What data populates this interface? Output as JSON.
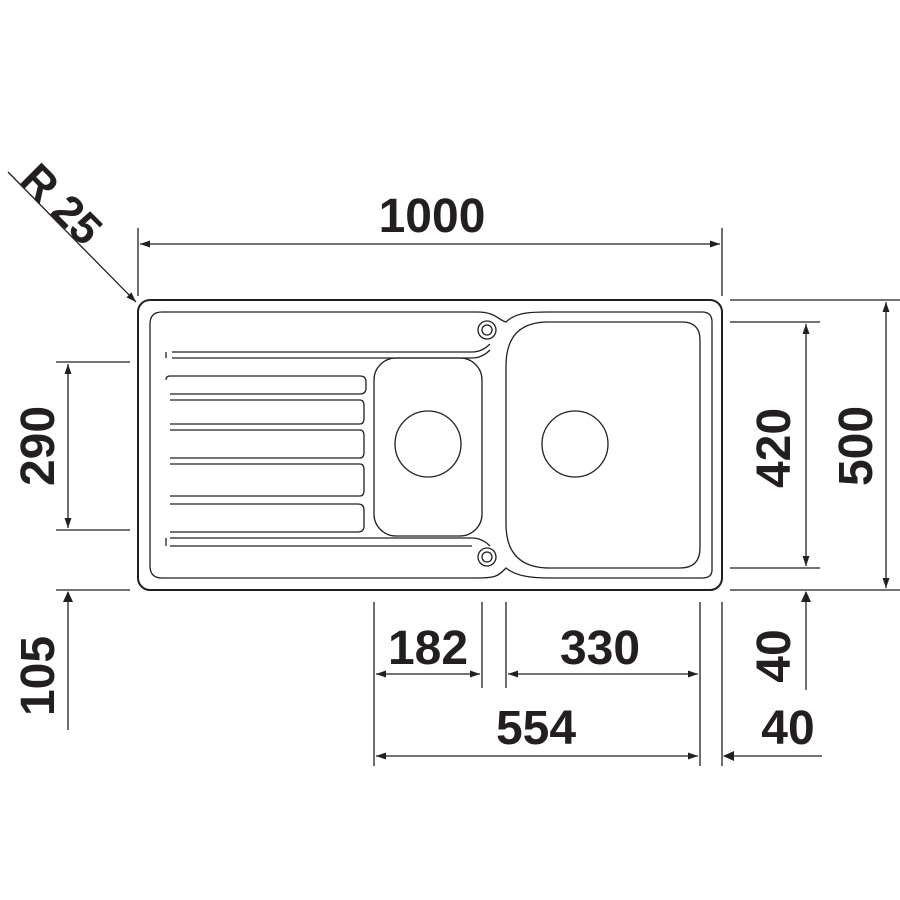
{
  "diagram": {
    "subject": "sink-technical-drawing",
    "colors": {
      "ink": "#231f20",
      "background": "#ffffff"
    },
    "dimensions": {
      "radius": "R 25",
      "overall_width": "1000",
      "overall_depth": "500",
      "large_bowl_depth": "420",
      "drainer_depth": "290",
      "drainer_front_offset": "105",
      "small_bowl_width": "182",
      "large_bowl_width": "330",
      "bowls_total_width": "554",
      "front_offset": "40",
      "side_offset": "40"
    }
  }
}
